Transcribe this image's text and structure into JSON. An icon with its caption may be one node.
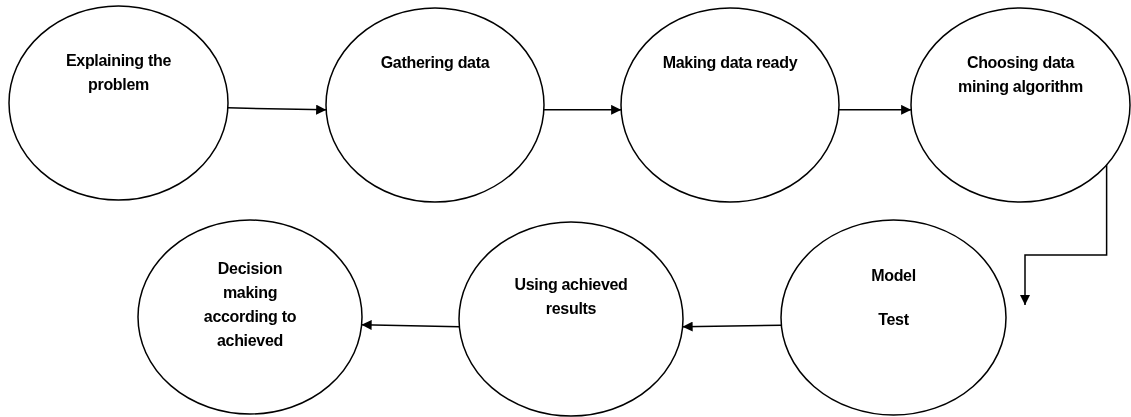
{
  "diagram": {
    "nodes": [
      {
        "text": [
          "Explaining the problem"
        ]
      },
      {
        "text": [
          "Gathering data"
        ]
      },
      {
        "text": [
          "Making data ready"
        ]
      },
      {
        "text": [
          "Choosing data mining algorithm"
        ]
      },
      {
        "text": [
          "Model",
          "Test"
        ]
      },
      {
        "text": [
          "Using achieved results"
        ]
      },
      {
        "text": [
          "Decision making according to achieved"
        ]
      }
    ],
    "edges": [
      {
        "from": 0,
        "to": 1,
        "arrow": "to"
      },
      {
        "from": 1,
        "to": 2,
        "arrow": "to"
      },
      {
        "from": 2,
        "to": 3,
        "arrow": "to"
      },
      {
        "from": 3,
        "to": 4,
        "arrow": "to"
      },
      {
        "from": 4,
        "to": 5,
        "arrow": "to"
      },
      {
        "from": 5,
        "to": 6,
        "arrow": "to"
      }
    ]
  }
}
